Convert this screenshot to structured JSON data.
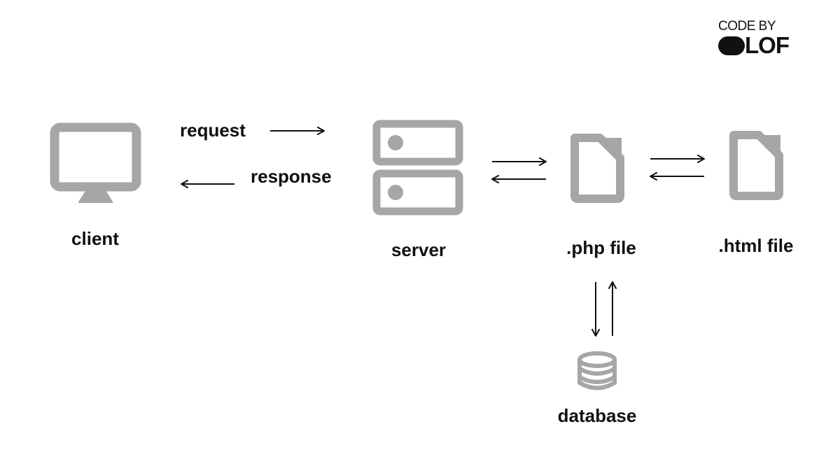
{
  "logo": {
    "line1": "CODE BY",
    "line2": "LOF"
  },
  "nodes": {
    "client": "client",
    "server": "server",
    "php_file": ".php file",
    "html_file": ".html file",
    "database": "database"
  },
  "edges": {
    "request": "request",
    "response": "response"
  },
  "colors": {
    "icon": "#a6a6a6",
    "text": "#111111",
    "background": "#ffffff"
  },
  "icons": {
    "client": "monitor-icon",
    "server": "server-rack-icon",
    "php_file": "document-icon",
    "html_file": "document-icon",
    "database": "database-icon"
  }
}
